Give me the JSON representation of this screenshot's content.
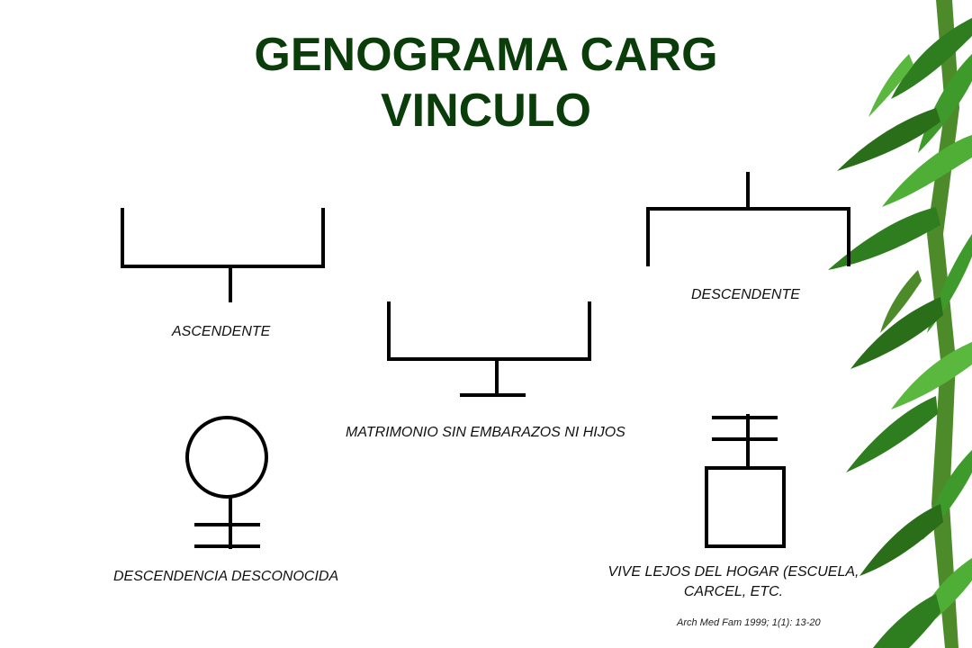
{
  "slide": {
    "title_line1": "GENOGRAMA   CARG",
    "title_line2": "VINCULO"
  },
  "labels": {
    "ascendente": "ASCENDENTE",
    "descendente": "DESCENDENTE",
    "matrimonio": "MATRIMONIO SIN EMBARAZOS NI  HIJOS",
    "descendencia": "DESCENDENCIA DESCONOCIDA",
    "vive_lejos_line1": "VIVE LEJOS DEL HOGAR (ESCUELA,",
    "vive_lejos_line2": "CARCEL, ETC."
  },
  "citation": "Arch Med Fam 1999; 1(1): 13-20",
  "colors": {
    "title": "#0b3d0b",
    "lines": "#000000",
    "foliage": "#2e7d1f"
  },
  "icons": [
    "bamboo-leaves-decoration"
  ]
}
